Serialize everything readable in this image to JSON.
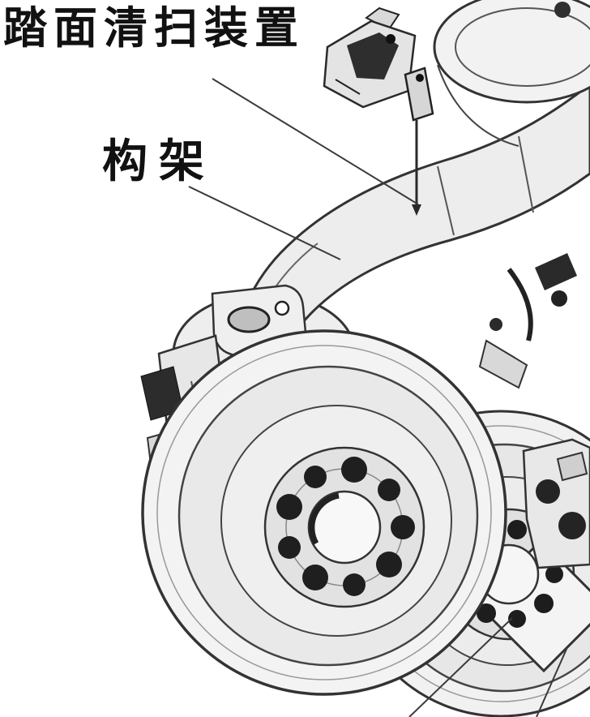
{
  "figure": {
    "type": "technical-line-drawing",
    "subject": "railway bogie wheelset diagram",
    "background": "#ffffff",
    "ink": "#2a2a2a",
    "fill_light": "#efefef",
    "fill_mid": "#dddddd",
    "fill_dark": "#222222",
    "labels": [
      {
        "id": "tread-cleaning-device",
        "text": "踏面清扫装置"
      },
      {
        "id": "frame",
        "text": "构架"
      }
    ]
  }
}
